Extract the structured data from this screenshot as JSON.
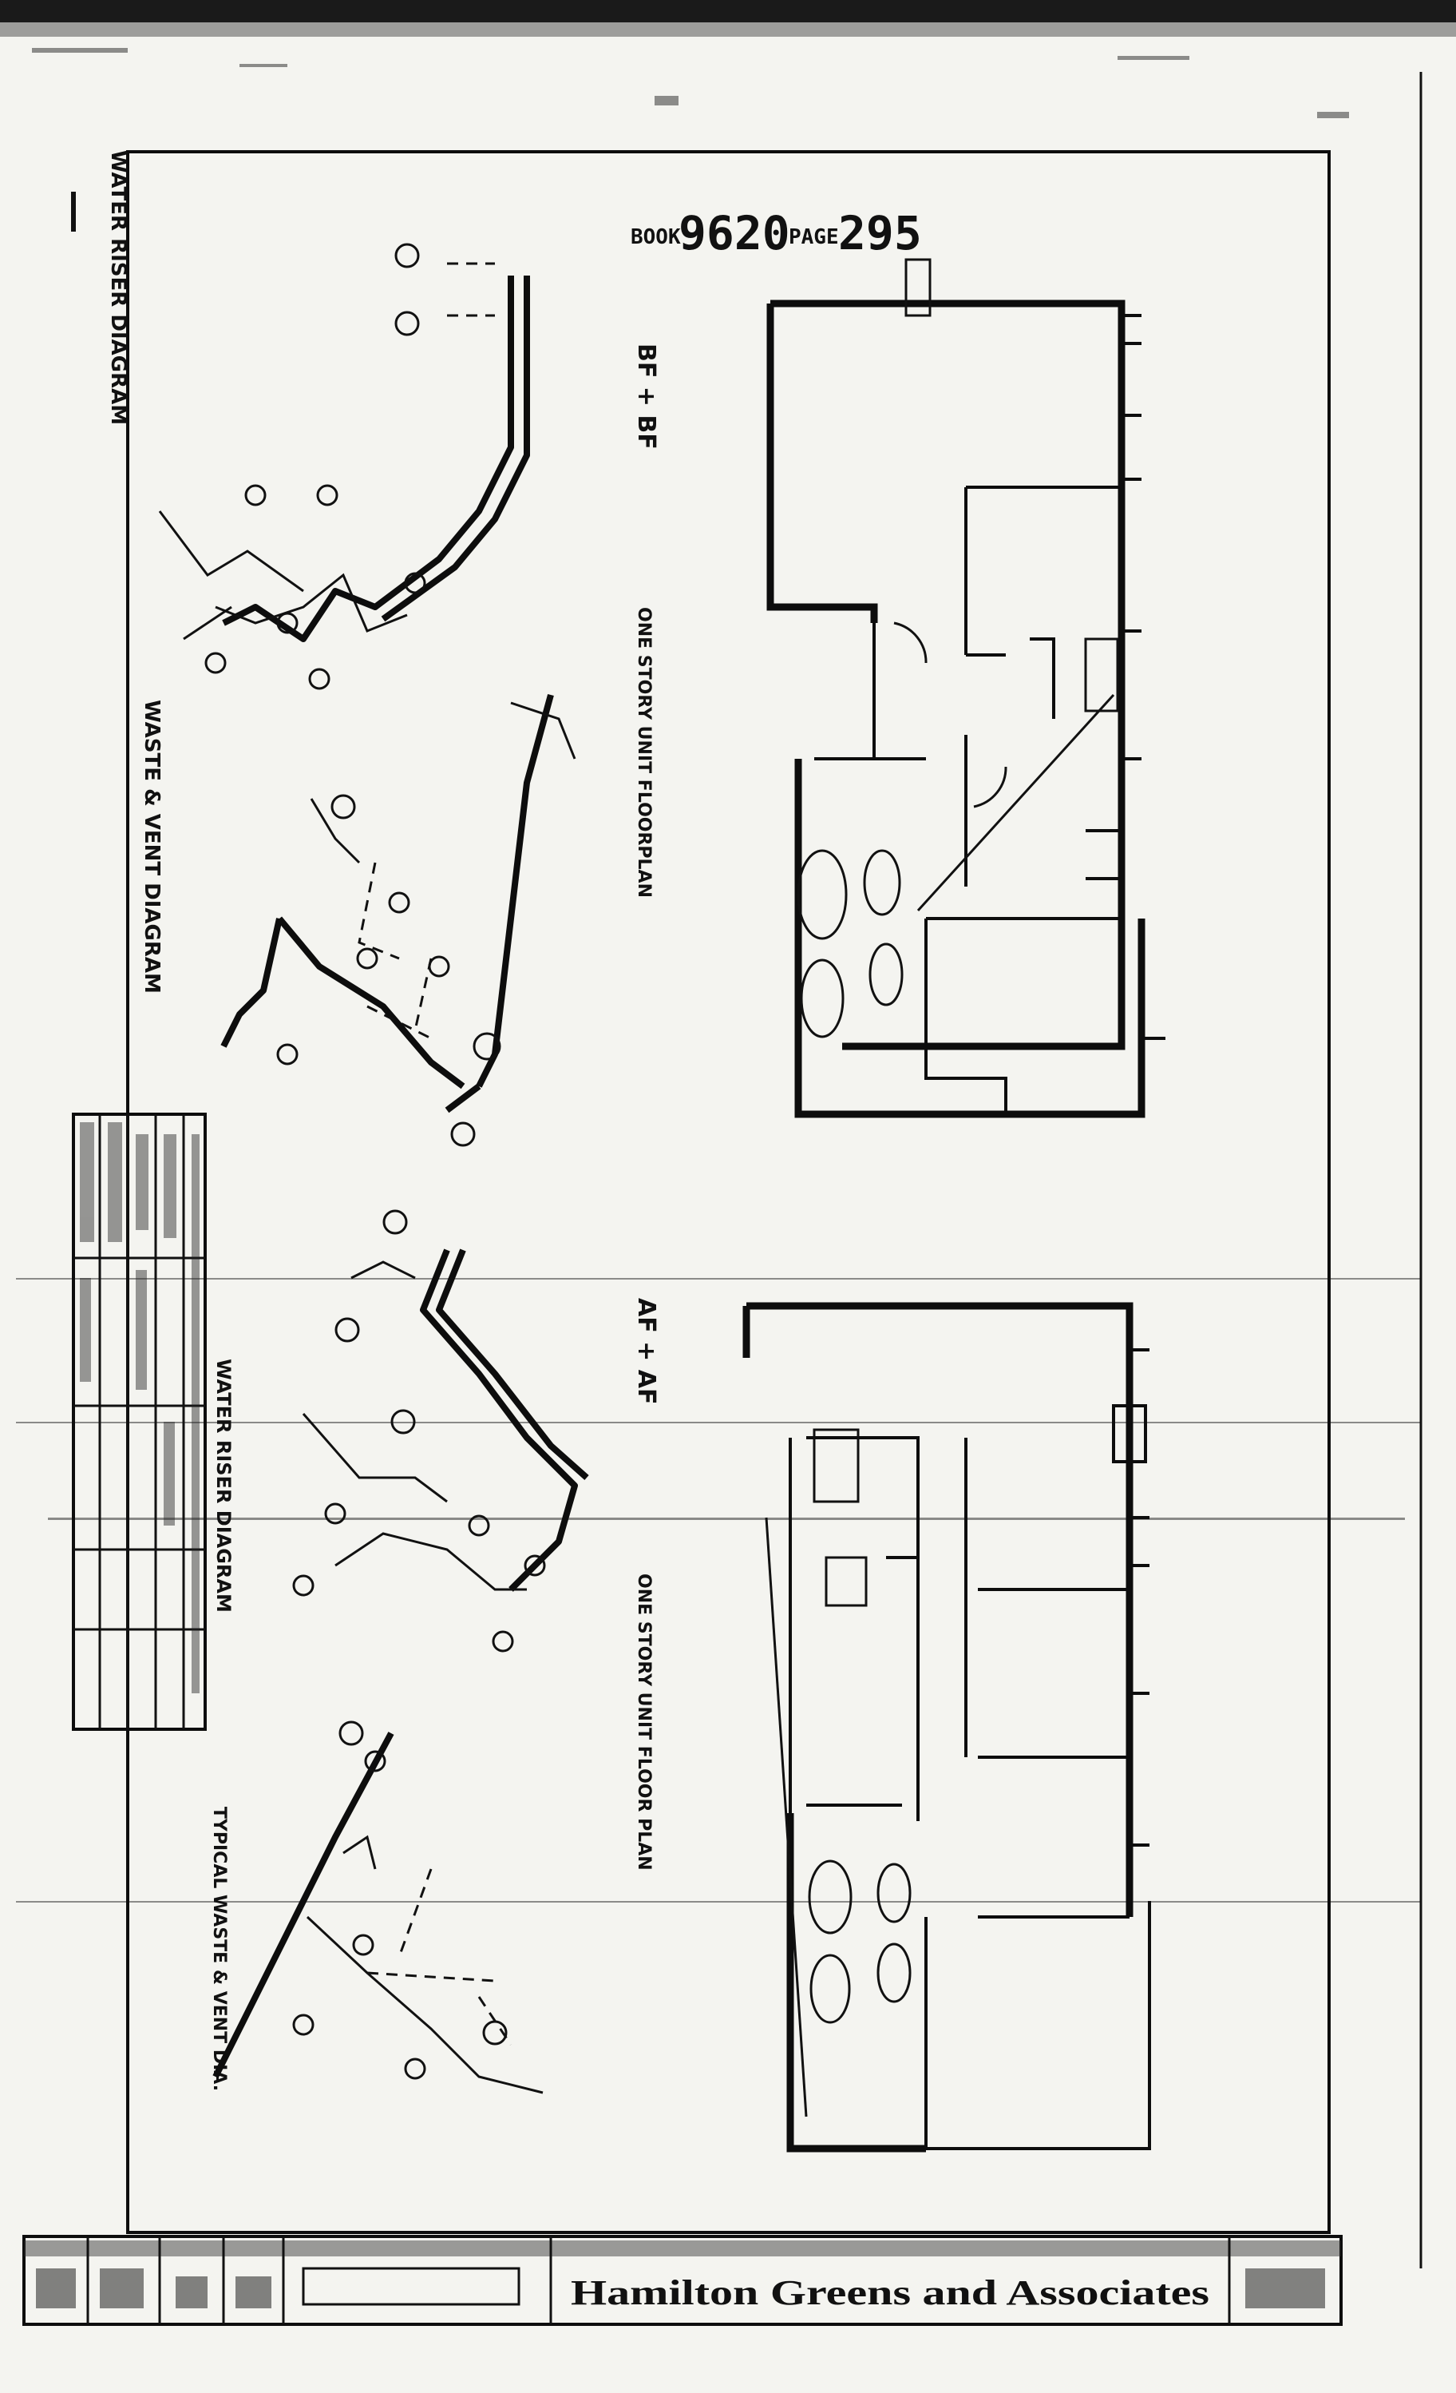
{
  "header": {
    "book_prefix": "BOOK",
    "book_number": "9620",
    "page_prefix": "PAGE",
    "page_number": "295"
  },
  "diagrams": {
    "water_riser_top": "WATER RISER DIAGRAM",
    "waste_vent_top": "WASTE & VENT DIAGRAM",
    "water_riser_bottom": "WATER RISER DIAGRAM",
    "waste_vent_bottom": "TYPICAL WASTE & VENT DIA."
  },
  "plans": {
    "bf_title": "BF + BF",
    "bf_subtitle": "ONE STORY UNIT FLOORPLAN",
    "af_title": "AF + AF",
    "af_subtitle": "ONE STORY UNIT FLOOR PLAN"
  },
  "title_block": {
    "firm": "Hamilton Greens and Associates"
  }
}
